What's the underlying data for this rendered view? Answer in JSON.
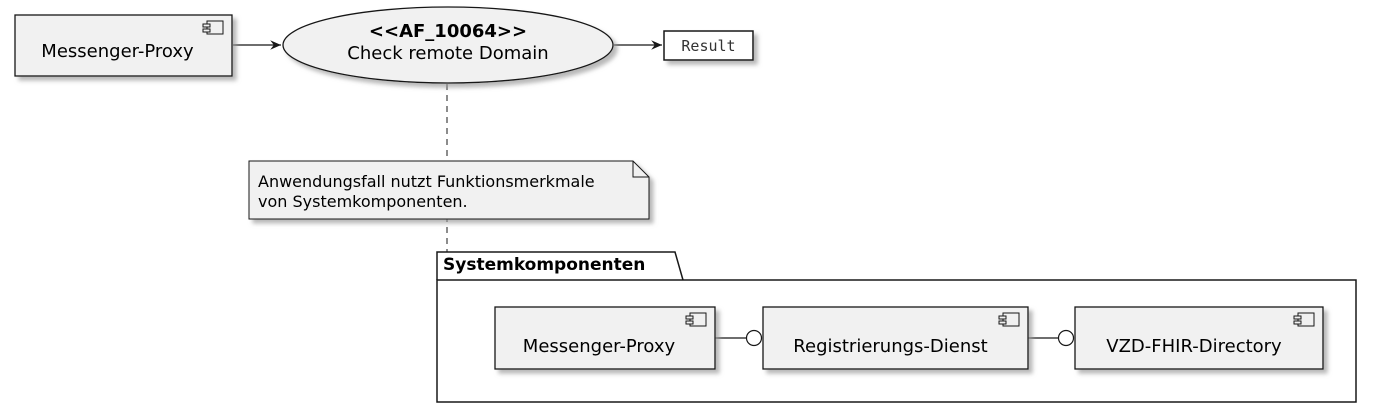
{
  "actor_component": {
    "label": "Messenger-Proxy"
  },
  "use_case": {
    "stereotype": "<<AF_10064>>",
    "title": "Check remote Domain"
  },
  "result": {
    "label": "Result"
  },
  "note": {
    "line1": "Anwendungsfall nutzt Funktionsmerkmale",
    "line2": "von Systemkomponenten."
  },
  "package": {
    "title": "Systemkomponenten",
    "components": [
      {
        "label": "Messenger-Proxy"
      },
      {
        "label": "Registrierungs-Dienst"
      },
      {
        "label": "VZD-FHIR-Directory"
      }
    ]
  },
  "colors": {
    "fill": "#f1f1f1",
    "stroke": "#181818",
    "shadow": "#b8b8b8",
    "result_fill": "#ffffff"
  }
}
